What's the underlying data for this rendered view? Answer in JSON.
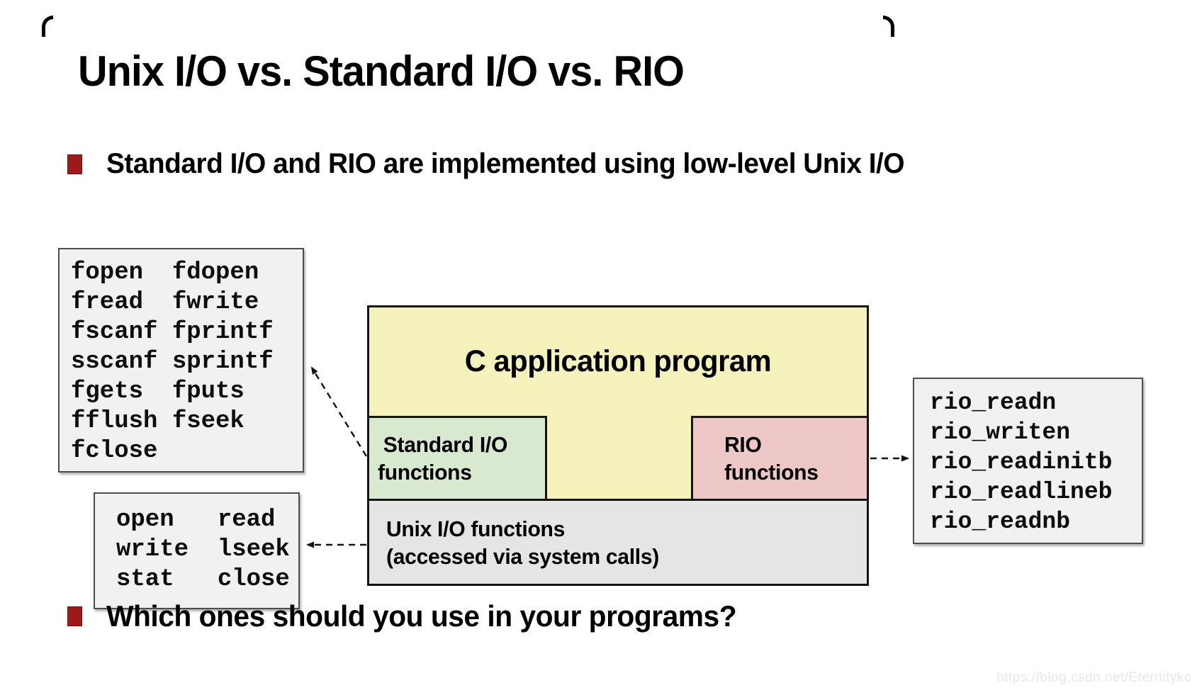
{
  "slide": {
    "title": "Unix I/O vs. Standard I/O vs. RIO",
    "bullets": [
      {
        "text": "Standard I/O and RIO are implemented using low-level Unix I/O"
      },
      {
        "text": "Which ones should you use in your programs?"
      }
    ],
    "diagram": {
      "app_label": "C application program",
      "stdio_box": {
        "line1": "Standard I/O",
        "line2": "functions"
      },
      "rio_box": {
        "line1": "RIO",
        "line2": "functions"
      },
      "unix_box": {
        "line1": "Unix I/O functions",
        "line2": "(accessed via system calls)"
      }
    },
    "stdio_functions": [
      "fopen  fdopen",
      "fread  fwrite",
      "fscanf fprintf",
      "sscanf sprintf",
      "fgets  fputs",
      "fflush fseek",
      "fclose"
    ],
    "unix_functions": [
      "open   read",
      "write  lseek",
      "stat   close"
    ],
    "rio_functions": [
      "rio_readn",
      "rio_writen",
      "rio_readinitb",
      "rio_readlineb",
      "rio_readnb"
    ],
    "colors": {
      "bullet_red": "#9e1a1a",
      "app_yellow": "#f5f2bc",
      "stdio_green": "#d9e9d0",
      "rio_pink": "#eec7c7",
      "unix_gray": "#e5e5e5",
      "listbox_gray": "#f1f1f1",
      "diagram_border": "#141414",
      "watermark_gray": "#e7e7e7"
    },
    "watermark": "https://blog.csdn.net/Eternitykc"
  }
}
